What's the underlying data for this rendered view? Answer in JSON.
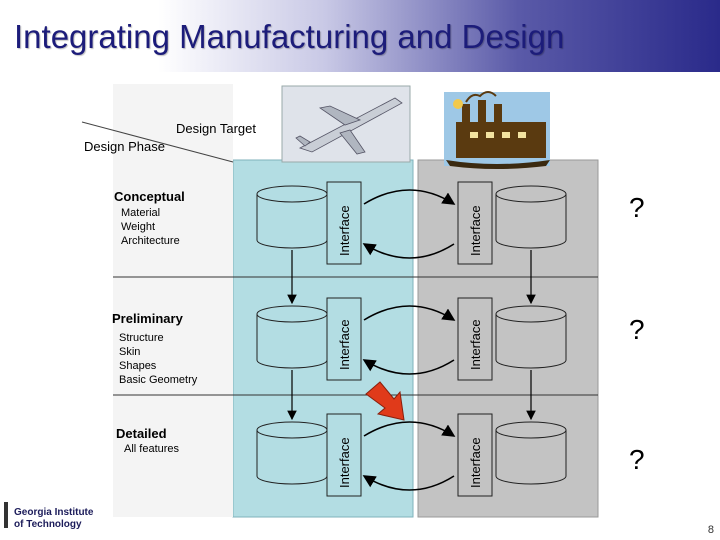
{
  "slide": {
    "title": "Integrating Manufacturing and Design",
    "page_number": "8"
  },
  "diagram": {
    "design_target_label": "Design Target",
    "design_phase_label": "Design Phase",
    "interface_label": "Interface",
    "phases": [
      {
        "name": "Conceptual",
        "items": [
          "Material",
          "Weight",
          "Architecture"
        ]
      },
      {
        "name": "Preliminary",
        "items": [
          "Structure",
          "Skin",
          "Shapes",
          "Basic Geometry"
        ]
      },
      {
        "name": "Detailed",
        "items": [
          "All features"
        ]
      }
    ],
    "question_marks": [
      "?",
      "?",
      "?"
    ]
  },
  "logo": {
    "line1": "Georgia Institute",
    "line2": "of Technology"
  },
  "colors": {
    "title": "#1c1c7a",
    "design_panel": "#b3dde3",
    "manufacturing_panel": "#c3c3c3",
    "highlight_arrow": "#e03a1a"
  }
}
